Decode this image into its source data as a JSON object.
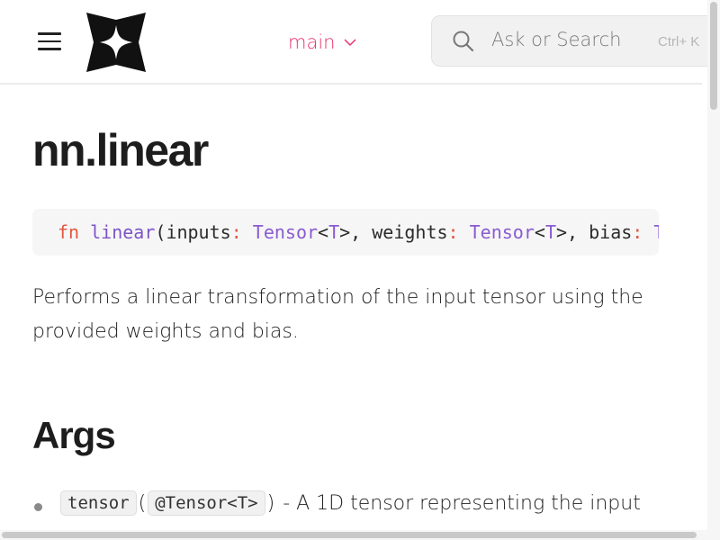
{
  "header": {
    "logo_name": "gitbook-logo",
    "branch": "main",
    "search_placeholder": "Ask or Search",
    "search_shortcut": "Ctrl+ K"
  },
  "page": {
    "title": "nn.linear",
    "signature": {
      "keyword": "fn",
      "name": "linear",
      "open": "(",
      "p1_name": "inputs",
      "p1_colon": ":",
      "p1_type": "Tensor",
      "p1_lt": "<",
      "p1_generic": "T",
      "p1_gt": ">,",
      "p2_name": " weights",
      "p2_colon": ":",
      "p2_type": "Tensor",
      "p2_lt": "<",
      "p2_generic": "T",
      "p2_gt": ">,",
      "p3_name": " bias",
      "p3_colon": ":",
      "p3_type": "T"
    },
    "description": "Performs a linear transformation of the input tensor using the provided weights and bias.",
    "args_heading": "Args",
    "args": [
      {
        "name": "tensor",
        "open": "(",
        "type": "@Tensor<T>",
        "close": ")",
        "desc": " - A 1D tensor representing the input"
      }
    ]
  },
  "colors": {
    "accent": "#e8336b",
    "keyword": "#e2573f",
    "type": "#8a5bd1"
  }
}
